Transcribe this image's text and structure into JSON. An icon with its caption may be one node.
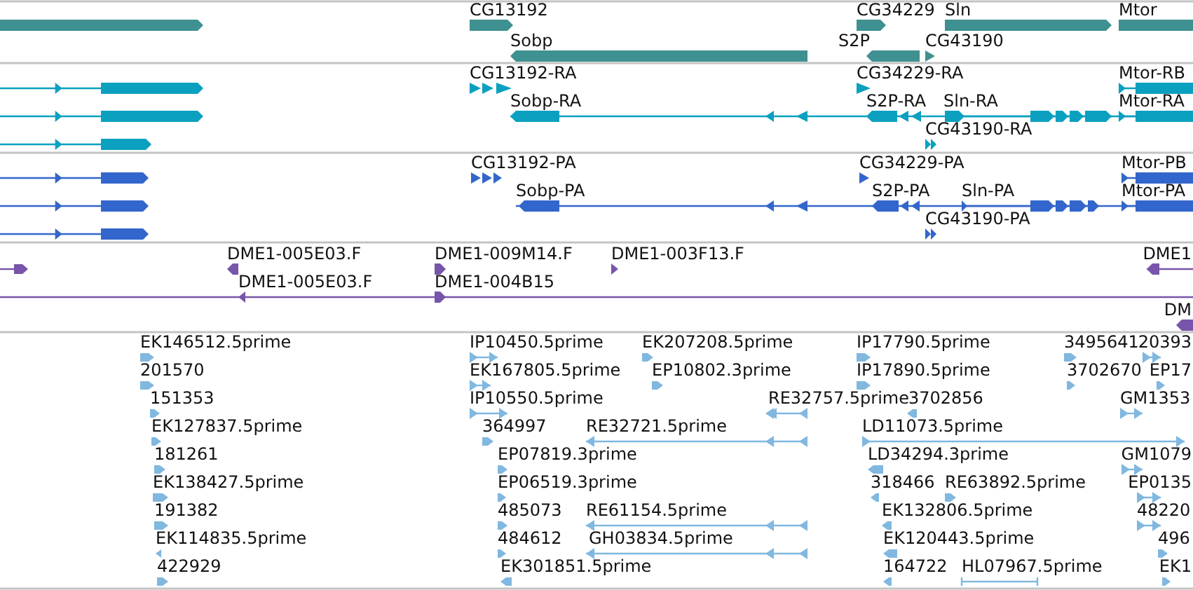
{
  "diagram": {
    "labels": [
      "CG13192",
      "CG34229",
      "Sln",
      "Mtor",
      "Sobp",
      "S2P",
      "CG43190",
      "CG13192-RA",
      "CG34229-RA",
      "Mtor-RB",
      "Sobp-RA",
      "S2P-RA",
      "Sln-RA",
      "Mtor-RA",
      "CG43190-RA",
      "CG13192-PA",
      "CG34229-PA",
      "Mtor-PB",
      "Sobp-PA",
      "S2P-PA",
      "Sln-PA",
      "Mtor-PA",
      "CG43190-PA",
      "DME1-005E03.F",
      "DME1-009M14.F",
      "DME1-003F13.F",
      "DME1",
      "DME1-005E03.F",
      "DME1-004B15",
      "DM",
      "EK146512.5prime",
      "IP10450.5prime",
      "EK207208.5prime",
      "IP17790.5prime",
      "3495641",
      "20393",
      "201570",
      "EK167805.5prime",
      "EP10802.3prime",
      "IP17890.5prime",
      "3702670",
      "EP17",
      "151353",
      "IP10550.5prime",
      "RE32757.5prime",
      "3702856",
      "GM1353",
      "EK127837.5prime",
      "364997",
      "RE32721.5prime",
      "LD11073.5prime",
      "181261",
      "EP07819.3prime",
      "LD34294.3prime",
      "GM1079",
      "EK138427.5prime",
      "EP06519.3prime",
      "318466",
      "RE63892.5prime",
      "EP0135",
      "191382",
      "485073",
      "RE61154.5prime",
      "EK132806.5prime",
      "48220",
      "EK114835.5prime",
      "484612",
      "GH03834.5prime",
      "EK120443.5prime",
      "496",
      "422929",
      "EK301851.5prime",
      "164722",
      "HL07967.5prime",
      "EK1"
    ]
  }
}
